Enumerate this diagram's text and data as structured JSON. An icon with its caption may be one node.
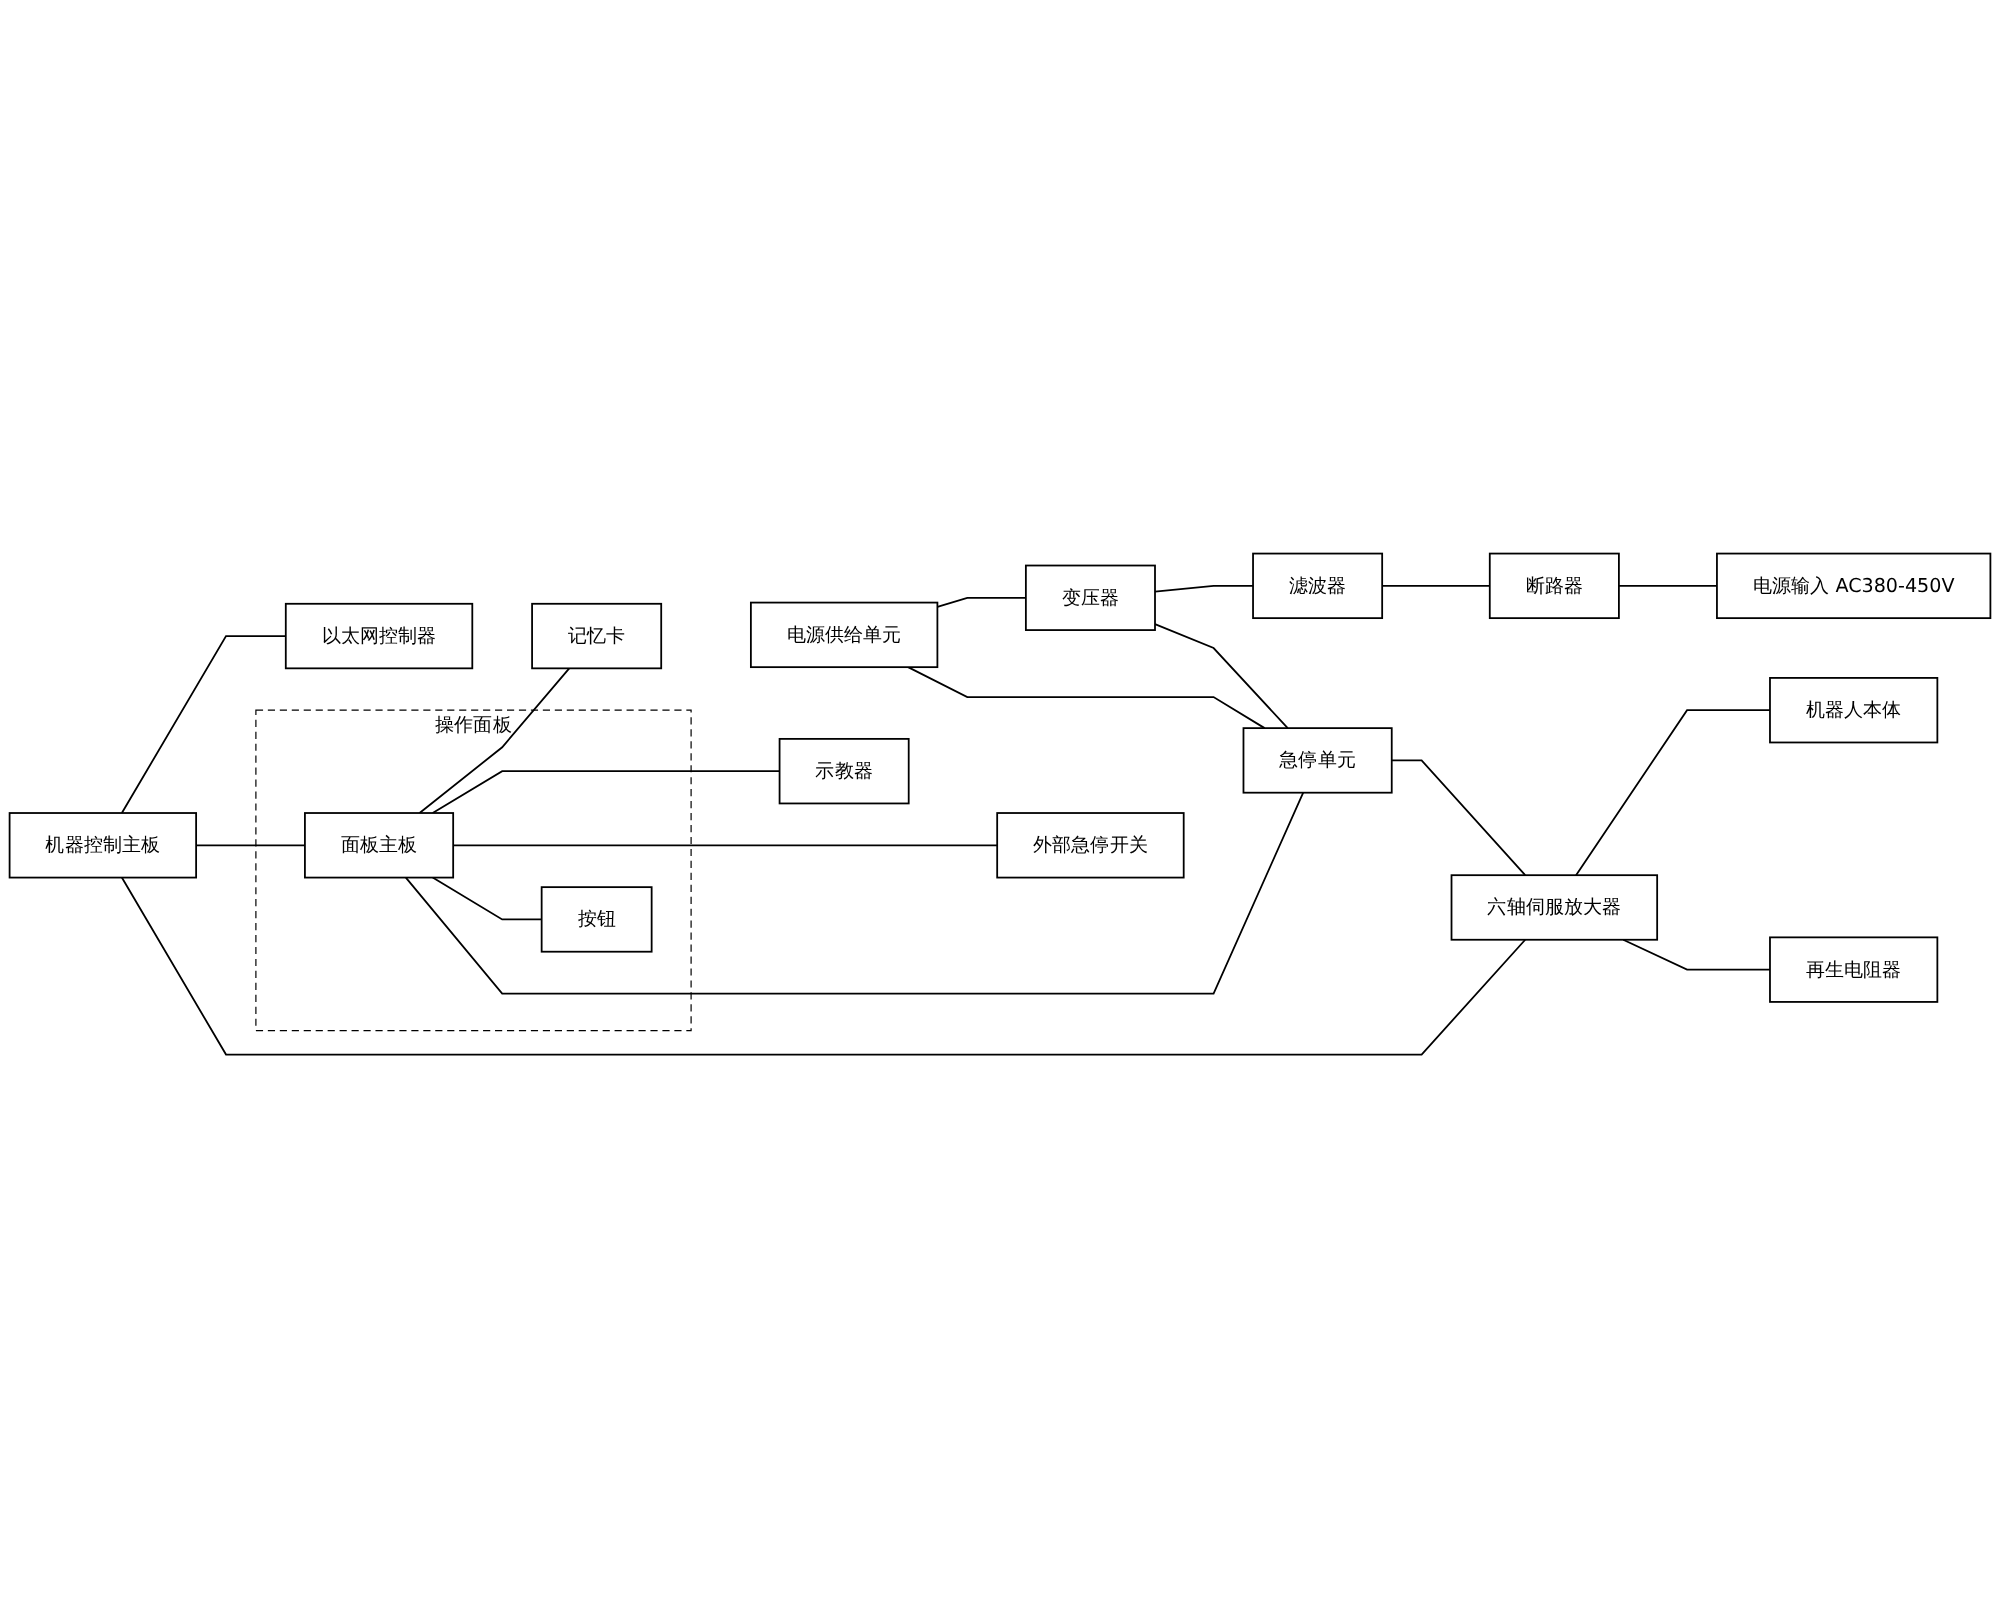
{
  "diagram": {
    "nodes": [
      {
        "text": [
          "电源供给单元"
        ]
      },
      {
        "text": [
          "机器控制主板"
        ]
      },
      {
        "text": [
          "以太网控制器"
        ]
      },
      {
        "text": [
          "操作面板"
        ]
      },
      {
        "text": [
          "面板主板"
        ],
        "in": 3
      },
      {
        "text": [
          "按钮"
        ],
        "in": 3
      },
      {
        "text": [
          "记忆卡"
        ]
      },
      {
        "text": [
          "示教器"
        ]
      },
      {
        "text": [
          "外部急停开关"
        ]
      },
      {
        "text": [
          "变压器"
        ]
      },
      {
        "text": [
          "滤波器"
        ]
      },
      {
        "text": [
          "断路器"
        ]
      },
      {
        "text": [
          "电源输入 AC380-450V"
        ]
      },
      {
        "text": [
          "急停单元"
        ]
      },
      {
        "text": [
          "六轴伺服放大器"
        ]
      },
      {
        "text": [
          "机器人本体"
        ]
      },
      {
        "text": [
          "再生电阻器"
        ]
      }
    ],
    "edges": [
      {
        "from": 1,
        "to": 2,
        "arrow": "none"
      },
      {
        "from": 0,
        "to": 9,
        "arrow": "none"
      },
      {
        "from": 0,
        "to": 13,
        "arrow": "none"
      },
      {
        "from": 1,
        "to": 4,
        "arrow": "none"
      },
      {
        "from": 1,
        "to": 14,
        "arrow": "none"
      },
      {
        "from": 4,
        "to": 6,
        "arrow": "none"
      },
      {
        "from": 4,
        "to": 7,
        "arrow": "none"
      },
      {
        "from": 4,
        "to": 8,
        "arrow": "none"
      },
      {
        "from": 4,
        "to": 5,
        "arrow": "none"
      },
      {
        "from": 4,
        "to": 13,
        "arrow": "none"
      },
      {
        "from": 9,
        "to": 10,
        "arrow": "none"
      },
      {
        "from": 10,
        "to": 11,
        "arrow": "none"
      },
      {
        "from": 11,
        "to": 12,
        "arrow": "none"
      },
      {
        "from": 9,
        "to": 13,
        "arrow": "none"
      },
      {
        "from": 13,
        "to": 14,
        "arrow": "none"
      },
      {
        "from": 14,
        "to": 15,
        "arrow": "none"
      },
      {
        "from": 14,
        "to": 16,
        "arrow": "none"
      }
    ]
  }
}
